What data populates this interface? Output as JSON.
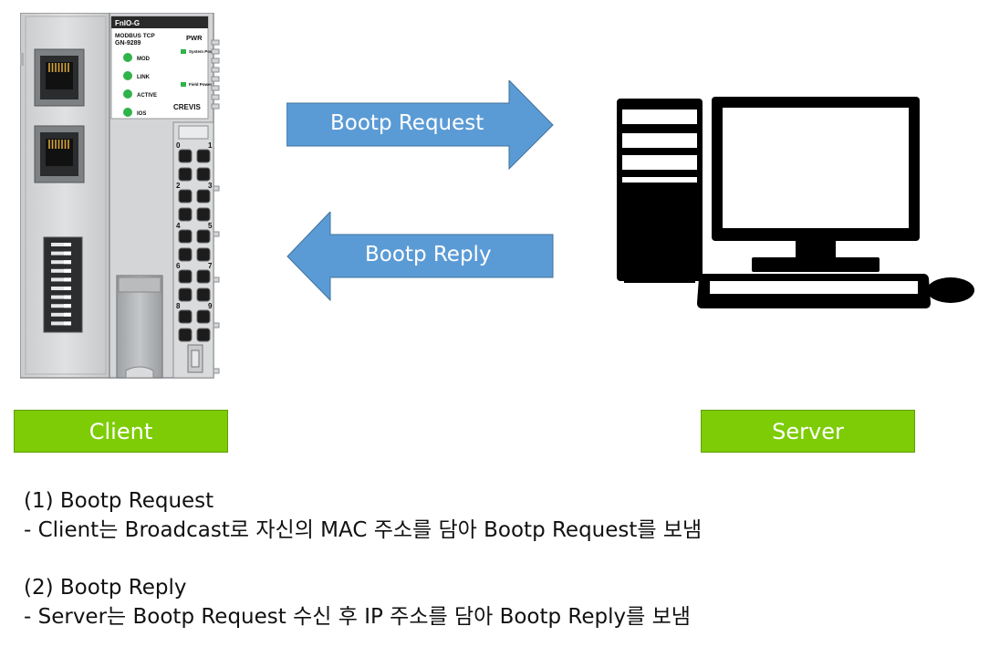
{
  "device": {
    "brand_line": "FnIO-G",
    "model_line1": "MODBUS TCP",
    "model_line2": "GN-9289",
    "pwr": "PWR",
    "system_power": "System Power",
    "field_power": "Field Power",
    "leds": [
      "MOD",
      "LINK",
      "ACTIVE",
      "IOS"
    ],
    "maker": "CREVIS",
    "terminal_numbers": [
      "0",
      "1",
      "2",
      "3",
      "4",
      "5",
      "6",
      "7",
      "8",
      "9"
    ]
  },
  "arrows": {
    "request_label": "Bootp Request",
    "reply_label": "Bootp Reply"
  },
  "labels": {
    "client": "Client",
    "server": "Server"
  },
  "description": {
    "line1": "(1) Bootp Request",
    "line2": "- Client는 Broadcast로 자신의 MAC 주소를 담아 Bootp Request를 보냄",
    "line3": "(2) Bootp Reply",
    "line4": "- Server는 Bootp Request 수신 후 IP 주소를 담아 Bootp Reply를 보냄"
  },
  "colors": {
    "arrow_fill": "#5b9bd5",
    "label_green": "#7dcc06",
    "led_green": "#2fb34a"
  }
}
